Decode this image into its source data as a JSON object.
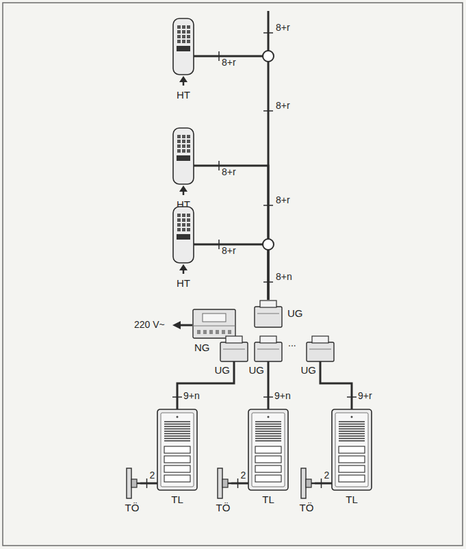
{
  "diagram": {
    "nodes": [
      {
        "text": [
          "HT"
        ]
      },
      {
        "text": [
          "HT"
        ]
      },
      {
        "text": [
          "HT"
        ]
      },
      {
        "text": [
          "NG"
        ]
      },
      {
        "text": [
          "UG"
        ]
      },
      {
        "text": [
          "UG"
        ]
      },
      {
        "text": [
          "UG"
        ]
      },
      {
        "text": [
          "UG"
        ]
      },
      {
        "text": [
          "TL"
        ]
      },
      {
        "text": [
          "TL"
        ]
      },
      {
        "text": [
          "TL"
        ]
      },
      {
        "text": [
          "TÖ"
        ]
      },
      {
        "text": [
          "TÖ"
        ]
      },
      {
        "text": [
          "TÖ"
        ]
      }
    ],
    "edges": [
      {
        "from": 0,
        "to": 4,
        "arrow": "none",
        "label": "8+r"
      },
      {
        "from": 1,
        "to": 4,
        "arrow": "none",
        "label": "8+r"
      },
      {
        "from": 2,
        "to": 4,
        "arrow": "none",
        "label": "8+r"
      },
      {
        "from": 5,
        "to": 8,
        "arrow": "none",
        "label": "9+n"
      },
      {
        "from": 6,
        "to": 9,
        "arrow": "none",
        "label": "9+n"
      },
      {
        "from": 7,
        "to": 10,
        "arrow": "none",
        "label": "9+r"
      },
      {
        "from": 11,
        "to": 8,
        "arrow": "none",
        "label": "2"
      },
      {
        "from": 12,
        "to": 9,
        "arrow": "none",
        "label": "2"
      },
      {
        "from": 13,
        "to": 10,
        "arrow": "none",
        "label": "2"
      }
    ],
    "labels": [
      "8+r",
      "8+r",
      "8+r",
      "8+n",
      "220 V~",
      "..."
    ]
  }
}
